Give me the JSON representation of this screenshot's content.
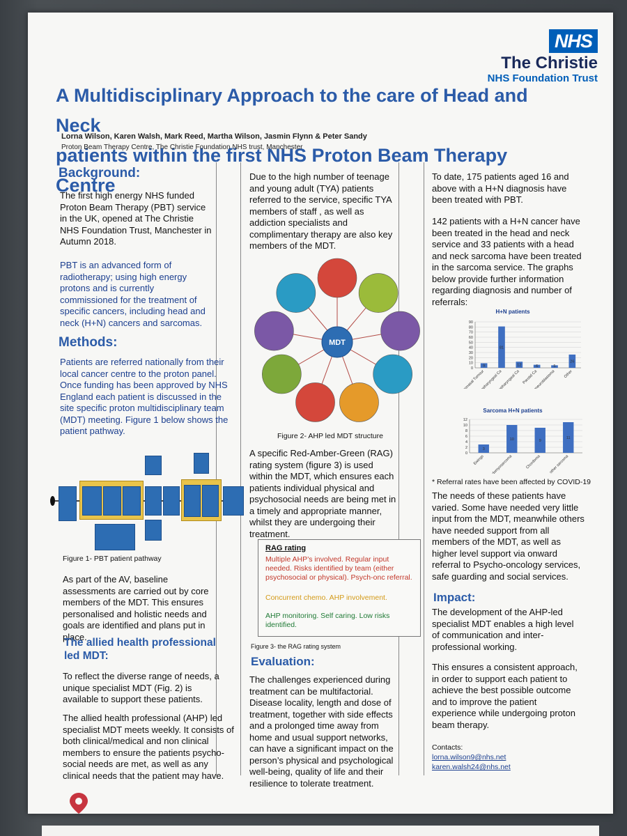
{
  "header": {
    "nhs_logo": "NHS",
    "trust_line1": "The Christie",
    "trust_line2": "NHS Foundation Trust",
    "title_line1": "A Multidisciplinary Approach to the care of Head and Neck",
    "title_line2": "patients within the first NHS Proton Beam Therapy Centre",
    "authors": "Lorna Wilson, Karen Walsh, Mark Reed, Martha Wilson, Jasmin Flynn & Peter Sandy",
    "affiliation": "Proton Beam Therapy Centre, The Christie Foundation NHS trust, Manchester"
  },
  "col1": {
    "background_heading": "Background:",
    "background_p1": "The first high energy NHS funded Proton Beam Therapy (PBT) service in the UK, opened at The Christie NHS Foundation Trust, Manchester in Autumn 2018.",
    "background_p2": "PBT is an advanced form of radiotherapy; using high energy protons and is currently commissioned for the treatment of specific cancers, including head and neck (H+N) cancers and sarcomas.",
    "methods_heading": "Methods:",
    "methods_p1": "Patients are referred nationally from their local cancer centre to the proton panel. Once funding has been approved by NHS England each patient is discussed in the site specific proton multidisciplinary team (MDT) meeting. Figure 1 below shows the patient pathway.",
    "fig1_caption": "Figure 1- PBT patient pathway",
    "av_p": "As part of the AV, baseline assessments are carried out by core members of the MDT. This ensures personalised and holistic needs and goals are identified and plans put in place.",
    "ahp_heading_line1": "The allied health professional",
    "ahp_heading_line2": "led MDT:",
    "ahp_p1": "To reflect the diverse range of needs, a unique specialist MDT (Fig. 2)  is available to support these patients.",
    "ahp_p2": "The allied health professional (AHP) led specialist MDT meets weekly. It consists of both clinical/medical and non clinical members to ensure the patients psycho-social needs are met, as well as any clinical needs that  the  patient may have."
  },
  "col2": {
    "tya_p": "Due to the high number of teenage and young adult  (TYA) patients referred to the service,  specific  TYA members of staff , as well as addiction specialists and complimentary therapy are also key members of the MDT.",
    "mdt_center": "MDT",
    "fig2_caption": "Figure 2- AHP led MDT structure",
    "rag_p": "A specific Red-Amber-Green (RAG) rating system (figure 3) is used within the MDT, which ensures each patients individual physical and psychosocial needs are being met in a timely and appropriate manner, whilst they are undergoing their treatment.",
    "rag_title": "RAG rating",
    "rag_red": "Multiple AHP’s involved. Regular input needed. Risks identified by team (either psychosocial or physical). Psych-onc referral.",
    "rag_amber": "Concurrent chemo. AHP involvement.",
    "rag_green": "AHP monitoring. Self caring. Low risks identified.",
    "fig3_caption": "Figure 3- the RAG rating system",
    "evaluation_heading": "Evaluation:",
    "evaluation_p": "The challenges experienced during treatment can be multifactorial. Disease locality, length and dose of treatment, together with side effects and a prolonged time away from home and usual support networks, can have a significant impact on the person’s physical and psychological well-being, quality of life and their resilience to tolerate treatment."
  },
  "col3": {
    "p1": "To date, 175 patients aged 16 and above with a H+N diagnosis have been treated with PBT.",
    "p2": "142 patients with a H+N cancer have been treated in the head and neck service and 33 patients with a head and neck sarcoma have been treated in the sarcoma service. The graphs below provide further information regarding diagnosis and number of referrals:",
    "covid_note": "* Referral rates have been affected by COVID-19",
    "needs_p": "The needs of these patients have varied. Some have needed very little input from the MDT, meanwhile others have needed support from all members of the MDT, as well as higher level support via onward referral to Psycho-oncology services, safe guarding and social services.",
    "impact_heading": "Impact:",
    "impact_p1": "The development of the AHP-led specialist MDT enables a high level of communication and inter-professional working.",
    "impact_p2": "This ensures a consistent approach, in order to support each patient to achieve the best possible outcome and to improve the patient experience while undergoing proton beam therapy.",
    "contacts_label": "Contacts:",
    "email1": "lorna.wilson9@nhs.net",
    "email2": "karen.walsh24@nhs.net"
  },
  "chart_data": [
    {
      "type": "bar",
      "title": "H+N patients",
      "categories": [
        "Sinonasal Tumour",
        "Oropharyngeal Ca",
        "Nasopharyngeal Ca",
        "Parotid Ca",
        "Esthesioneuroblastoma",
        "Other"
      ],
      "values": [
        9,
        81,
        12,
        6,
        5,
        26
      ],
      "ylim": [
        0,
        90
      ],
      "yticks": [
        0,
        10,
        20,
        30,
        40,
        50,
        60,
        70,
        80,
        90
      ],
      "grid": true,
      "bar_color": "#3f6fc1"
    },
    {
      "type": "bar",
      "title": "Sarcoma H+N patients",
      "categories": [
        "Ewings",
        "Rhabdomyosarcoma",
        "Chordoma",
        "other sarcoma"
      ],
      "values": [
        3,
        10,
        9,
        11
      ],
      "ylim": [
        0,
        12
      ],
      "yticks": [
        0,
        2,
        4,
        6,
        8,
        10,
        12
      ],
      "grid": true,
      "bar_color": "#3f6fc1"
    }
  ],
  "mdt_nodes": [
    {
      "color": "#d4473b"
    },
    {
      "color": "#9bbb3a"
    },
    {
      "color": "#7b58a6"
    },
    {
      "color": "#2a9bc4"
    },
    {
      "color": "#e59a2a"
    },
    {
      "color": "#d4473b"
    },
    {
      "color": "#7da83a"
    },
    {
      "color": "#7b58a6"
    },
    {
      "color": "#2a9bc4"
    }
  ],
  "colors": {
    "title_blue": "#2b5ba8",
    "nhs_blue": "#005eb8",
    "mdt_center": "#2d6db3"
  }
}
